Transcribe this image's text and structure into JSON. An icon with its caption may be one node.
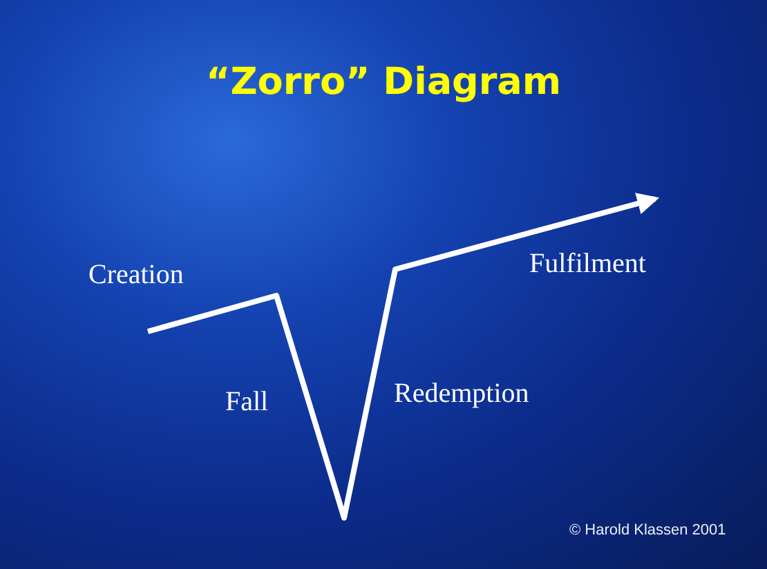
{
  "diagram": {
    "title": "“Zorro” Diagram",
    "labels": [
      "Creation",
      "Fulfilment",
      "Fall",
      "Redemption",
      "© Harold Klassen 2001"
    ]
  }
}
